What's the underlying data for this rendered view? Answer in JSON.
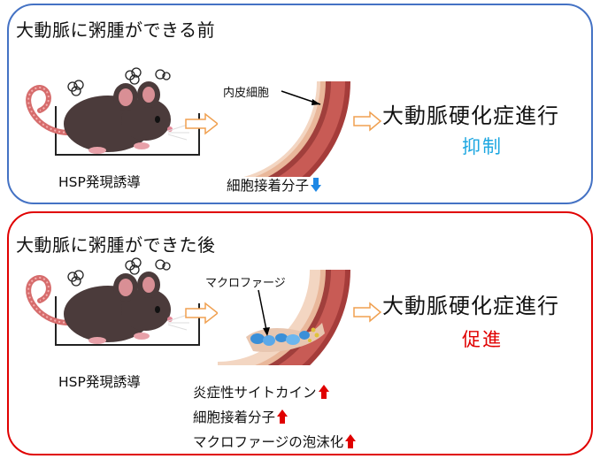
{
  "panel_top": {
    "title": "大動脈に粥腫ができる前",
    "mouse_caption": "HSP発現誘導",
    "artery_label": "内皮細胞",
    "molecule_text": "細胞接着分子",
    "result_text": "大動脈硬化症進行",
    "effect_text": "抑制",
    "effect_color": "#1ea7e1",
    "down_arrow_color": "#1e88e5"
  },
  "panel_bottom": {
    "title": "大動脈に粥腫ができた後",
    "mouse_caption": "HSP発現誘導",
    "artery_label": "マクロファージ",
    "changes": [
      "炎症性サイトカイン",
      "細胞接着分子",
      "マクロファージの泡沫化"
    ],
    "result_text": "大動脈硬化症進行",
    "effect_text": "促進",
    "effect_color": "#e00000",
    "up_arrow_color": "#e00000"
  },
  "colors": {
    "top_border": "#4472c4",
    "bottom_border": "#e00000",
    "flow_arrow": "#f0a050",
    "artery_outer": "#c0504d",
    "artery_inner": "#e7a98a"
  }
}
